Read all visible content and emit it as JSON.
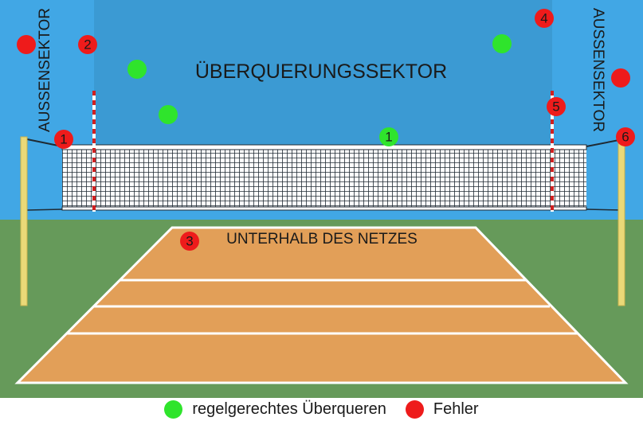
{
  "labels": {
    "crossing_sector": "ÜBERQUERUNGSSEKTOR",
    "outer_sector_left": "AUSSENSEKTOR",
    "outer_sector_right": "AUSSENSEKTOR",
    "below_net": "UNTERHALB DES NETZES"
  },
  "markers": {
    "left_antenna_fault": "2",
    "left_post_fault": "1",
    "net_center_legal": "1",
    "right_top_fault": "4",
    "right_antenna_fault": "5",
    "right_post_fault": "6",
    "below_net_fault": "3"
  },
  "legend": {
    "legal_label": "regelgerechtes Überqueren",
    "fault_label": "Fehler"
  },
  "colors": {
    "sky": "#41a7e5",
    "crossing_sector": "#3b9ad3",
    "ground": "#669a5a",
    "court": "#e29f58",
    "legal": "#2fe42c",
    "fault": "#ee1b1b",
    "post": "#ead978",
    "net": "#1f2a33"
  }
}
